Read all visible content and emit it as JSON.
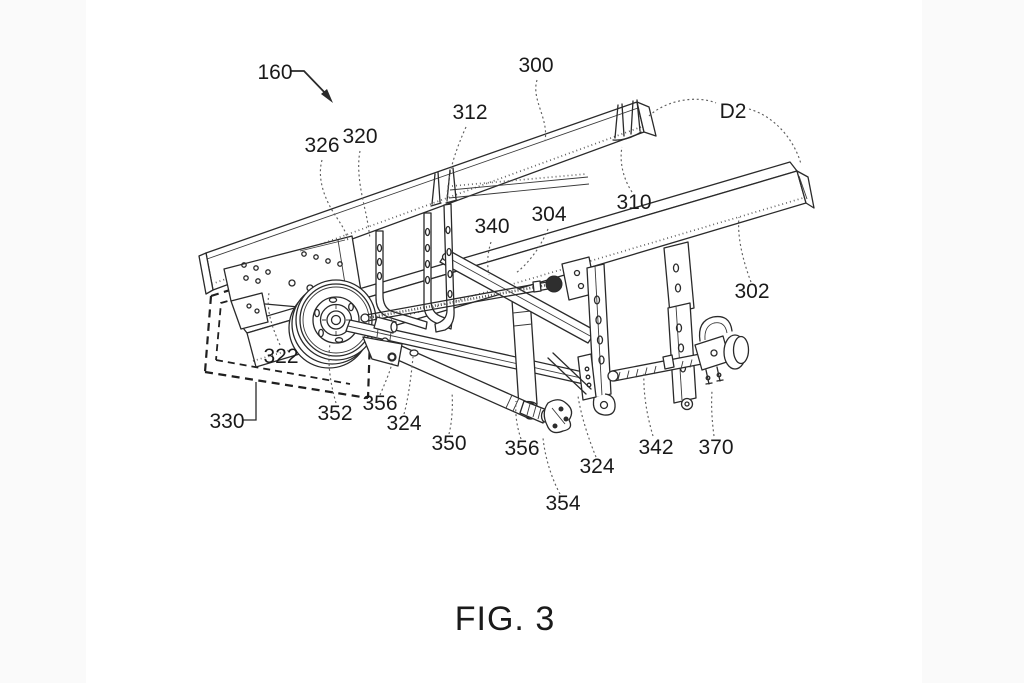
{
  "figure": {
    "caption": "FIG. 3"
  },
  "colors": {
    "background": "#ffffff",
    "side_margin": "#fafafa",
    "ink": "#2a2a2a",
    "dashed_box": "#1f1f1f",
    "leader": "#5f5f5f",
    "label_text": "#1a1a1a"
  },
  "reference_labels": {
    "l160": "160",
    "l300": "300",
    "l302": "302",
    "l304": "304",
    "l310": "310",
    "l312": "312",
    "l320": "320",
    "l322": "322",
    "l324a": "324",
    "l324b": "324",
    "l326": "326",
    "l330": "330",
    "l340": "340",
    "l342": "342",
    "l350": "350",
    "l352": "352",
    "l354": "354",
    "l356a": "356",
    "l356b": "356",
    "l370": "370",
    "ld2": "D2"
  }
}
